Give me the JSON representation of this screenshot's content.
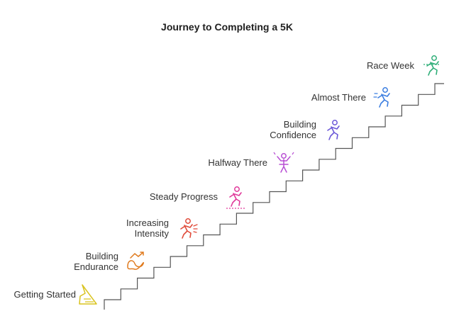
{
  "title": "Journey to Completing a 5K",
  "steps": [
    {
      "lines": [
        "Getting Started"
      ],
      "icon": "warm-up-stretch-icon",
      "color": "#d9c31f"
    },
    {
      "lines": [
        "Building",
        "Endurance"
      ],
      "icon": "endurance-trend-icon",
      "color": "#e07b1f"
    },
    {
      "lines": [
        "Increasing",
        "Intensity"
      ],
      "icon": "sprinting-runner-icon",
      "color": "#e04b3a"
    },
    {
      "lines": [
        "Steady Progress"
      ],
      "icon": "jogging-runner-icon",
      "color": "#e0399a"
    },
    {
      "lines": [
        "Halfway There"
      ],
      "icon": "cheering-runner-icon",
      "color": "#b84fd4"
    },
    {
      "lines": [
        "Building",
        "Confidence"
      ],
      "icon": "confident-runner-icon",
      "color": "#6b58d8"
    },
    {
      "lines": [
        "Almost There"
      ],
      "icon": "fast-runner-icon",
      "color": "#3a7de0"
    },
    {
      "lines": [
        "Race Week"
      ],
      "icon": "finish-line-runner-icon",
      "color": "#2fae78"
    }
  ]
}
